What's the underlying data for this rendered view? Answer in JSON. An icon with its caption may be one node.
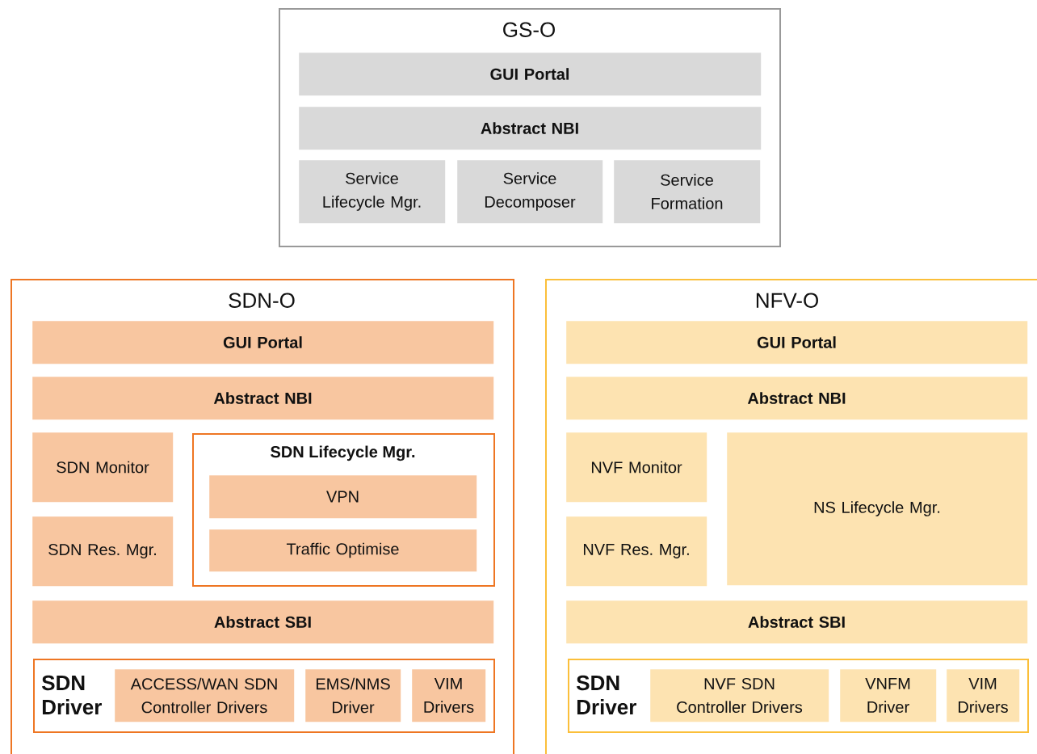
{
  "diagram": {
    "nodes": [
      {
        "text": [
          "GS-O"
        ]
      },
      {
        "text": [
          "GUI Portal"
        ],
        "in": 0
      },
      {
        "text": [
          "Abstract NBI"
        ],
        "in": 0
      },
      {
        "text": [
          "Service Lifecycle Mgr."
        ],
        "in": 0
      },
      {
        "text": [
          "Service Decomposer"
        ],
        "in": 0
      },
      {
        "text": [
          "Service Formation"
        ],
        "in": 0
      },
      {
        "text": [
          "SDN-O"
        ]
      },
      {
        "text": [
          "GUI Portal"
        ],
        "in": 6
      },
      {
        "text": [
          "Abstract NBI"
        ],
        "in": 6
      },
      {
        "text": [
          "SDN Monitor"
        ],
        "in": 6
      },
      {
        "text": [
          "SDN Lifecycle Mgr."
        ],
        "in": 6
      },
      {
        "text": [
          "VPN"
        ],
        "in": 10
      },
      {
        "text": [
          "Traffic Optimise"
        ],
        "in": 10
      },
      {
        "text": [
          "SDN Res. Mgr."
        ],
        "in": 6
      },
      {
        "text": [
          "Abstract SBI"
        ],
        "in": 6
      },
      {
        "text": [
          "SDN Driver"
        ],
        "in": 6
      },
      {
        "text": [
          "ACCESS/WAN SDN Controller Drivers"
        ],
        "in": 15
      },
      {
        "text": [
          "EMS/NMS Driver"
        ],
        "in": 15
      },
      {
        "text": [
          "VIM Drivers"
        ],
        "in": 15
      },
      {
        "text": [
          "NFV-O"
        ]
      },
      {
        "text": [
          "GUI Portal"
        ],
        "in": 19
      },
      {
        "text": [
          "Abstract NBI"
        ],
        "in": 19
      },
      {
        "text": [
          "NVF Monitor"
        ],
        "in": 19
      },
      {
        "text": [
          "NS Lifecycle Mgr."
        ],
        "in": 19
      },
      {
        "text": [
          "NVF Res. Mgr."
        ],
        "in": 19
      },
      {
        "text": [
          "Abstract SBI"
        ],
        "in": 19
      },
      {
        "text": [
          "SDN Driver"
        ],
        "in": 19
      },
      {
        "text": [
          "NVF SDN Controller Drivers"
        ],
        "in": 26
      },
      {
        "text": [
          "VNFM Driver"
        ],
        "in": 26
      },
      {
        "text": [
          "VIM Drivers"
        ],
        "in": 26
      }
    ]
  }
}
